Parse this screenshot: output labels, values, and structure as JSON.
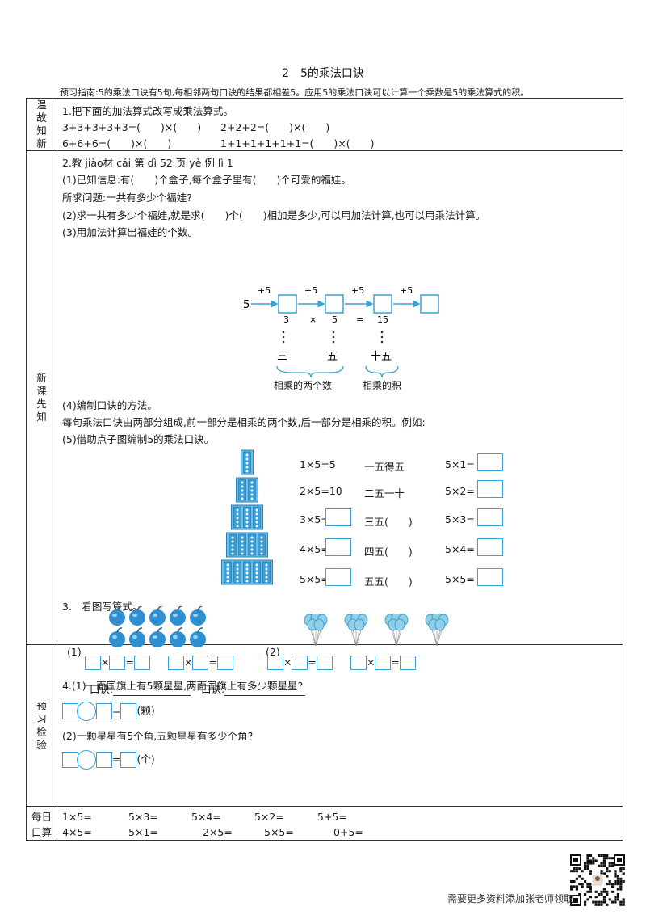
{
  "title": "2　5的乘法口诀",
  "guide": "预习指南:5的乘法口诀有5句,每相邻两句口诀的结果都相差5。应用5的乘法口诀可以计算一个乘数是5的乘法算式的积。",
  "sections": {
    "review": "温故知新",
    "new": "新课先知",
    "check": "预习检验",
    "daily": "每日口算"
  },
  "review": {
    "heading": "1.把下面的加法算式改写成乘法算式。",
    "rows": [
      [
        "3+3+3+3+3=(　　)×(　　)",
        "2+2+2=(　　)×(　　)"
      ],
      [
        "6+6+6=(　　)×(　　)",
        "1+1+1+1+1+1=(　　)×(　　)"
      ]
    ]
  },
  "lesson": {
    "q2": "2.教 jiào材 cái 第 dì 52 页 yè 例 lì 1",
    "q2_1": "(1)已知信息:有(　　)个盒子,每个盒子里有(　　)个可爱的福娃。",
    "q2_ask": "所求问题:一共有多少个福娃?",
    "q2_2": "(2)求一共有多少个福娃,就是求(　　)个(　　)相加是多少,可以用加法计算,也可以用乘法计算。",
    "q2_3": "(3)用加法计算出福娃的个数。",
    "flow": {
      "start": "5",
      "steps": [
        "+5",
        "+5",
        "+5",
        "+5"
      ],
      "eq": [
        "3",
        "×",
        "5",
        "=",
        "15"
      ],
      "chinese": [
        "三",
        "五",
        "十五"
      ],
      "label_left": "相乘的两个数",
      "label_right": "相乘的积"
    },
    "q2_4": "(4)编制口诀的方法。",
    "q2_4_desc": "每句乘法口诀由两部分组成,前一部分是相乘的两个数,后一部分是相乘的积。例如:",
    "q2_5": "(5)借助点子图编制5的乘法口诀。",
    "table_rows": [
      {
        "eq": "1×5=5",
        "koujue": "一五得五",
        "rev": "5×1="
      },
      {
        "eq": "2×5=10",
        "koujue": "二五一十",
        "rev": "5×2="
      },
      {
        "eq": "3×5=",
        "koujue": "三五(　　)",
        "rev": "5×3="
      },
      {
        "eq": "4×5=",
        "koujue": "四五(　　)",
        "rev": "5×4="
      },
      {
        "eq": "5×5=",
        "koujue": "五五(　　)",
        "rev": "5×5="
      }
    ],
    "q3": "3.　看图写算式。",
    "p1": "(1)",
    "p2": "(2)",
    "times": "×",
    "equals": "=",
    "koujue_label": "口诀:"
  },
  "check": {
    "q4_1": "4.(1)一面国旗上有5颗星星,两面国旗上有多少颗星星?",
    "unit1": "(颗)",
    "q4_2": "(2)一颗星星有5个角,五颗星星有多少个角?",
    "unit2": "(个)"
  },
  "daily": {
    "label_top": "每日",
    "label_bottom": "口算",
    "row1": [
      "1×5=",
      "5×3=",
      "5×4=",
      "5×2=",
      "5+5="
    ],
    "row2": [
      "4×5=",
      "5×1=",
      "2×5=",
      "5×5=",
      "0+5="
    ]
  },
  "footer": "需要更多资料添加张老师领取",
  "colors": {
    "accent": "#3aa0d8",
    "apple": "#2f8fd0",
    "balloon": "#8ecfea"
  }
}
